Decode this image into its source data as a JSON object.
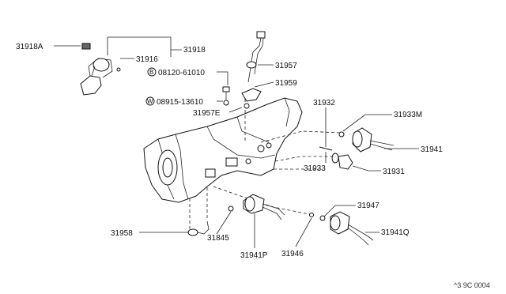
{
  "labels": {
    "p31918A": "31918A",
    "p31918": "31918",
    "p31916": "31916",
    "p31957": "31957",
    "bolt": "08120-61010",
    "bolt_prefix": "B",
    "washer": "08915-13610",
    "washer_prefix": "W",
    "p31959": "31959",
    "p31957E": "31957E",
    "p31932": "31932",
    "p31933M": "31933M",
    "p31941": "31941",
    "p31933": "31933",
    "p31931": "31931",
    "p31947": "31947",
    "p31941Q": "31941Q",
    "p31958": "31958",
    "p31845": "31845",
    "p31941P": "31941P",
    "p31946": "31946"
  },
  "ref_code": "^3 9C 0004"
}
